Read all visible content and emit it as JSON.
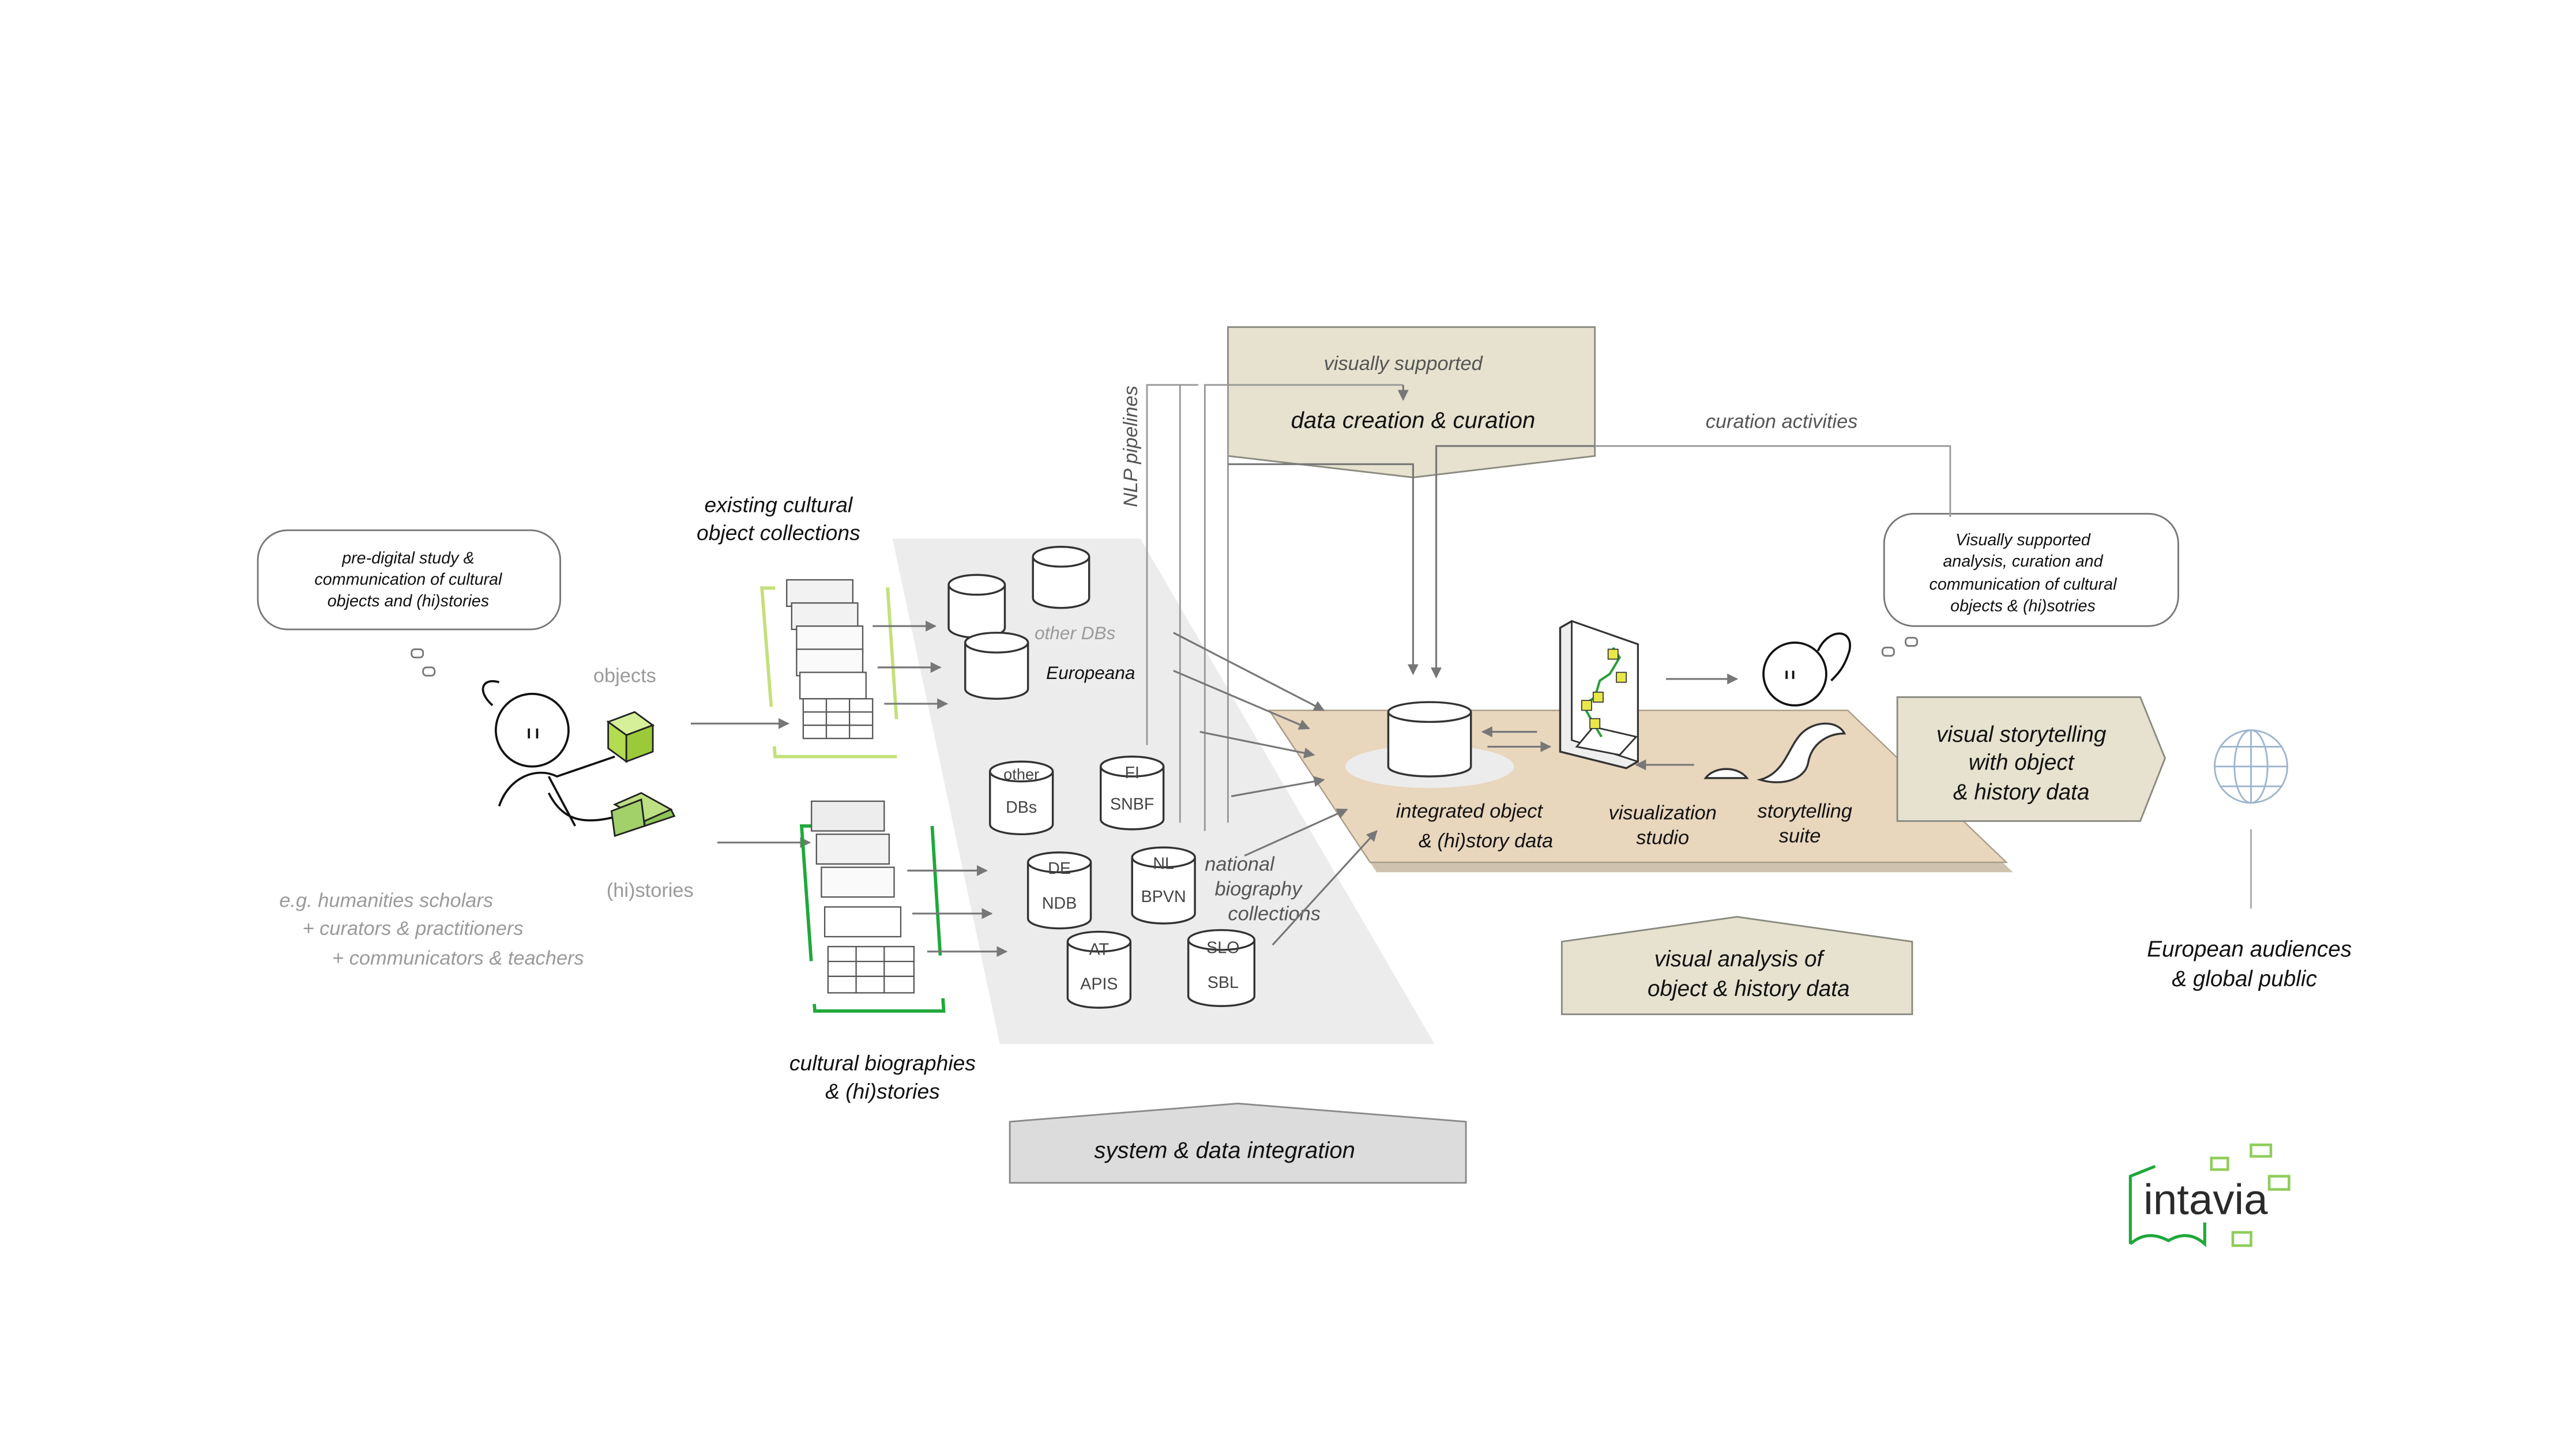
{
  "bubbles": {
    "left": [
      "pre-digital study &",
      "communication of cultural",
      "objects and (hi)stories"
    ],
    "right": [
      "Visually supported",
      "analysis, curation and",
      "communication of cultural",
      "objects & (hi)sotries"
    ]
  },
  "labels": {
    "objects": "objects",
    "histories": "(hi)stories",
    "users": [
      "e.g.  humanities scholars",
      "+ curators & practitioners",
      "+ communicators & teachers"
    ],
    "existing_collections": [
      "existing cultural",
      "object collections"
    ],
    "cultural_biographies": [
      "cultural biographies",
      "& (hi)stories"
    ],
    "other_dbs": "other DBs",
    "europeana": "Europeana",
    "national_collections": [
      "national",
      "biography",
      "collections"
    ],
    "nlp": "NLP pipelines",
    "visually_supported": "visually supported",
    "data_creation": "data creation & curation",
    "curation_activities": "curation activities",
    "integrated": [
      "integrated object",
      "& (hi)story data"
    ],
    "viz_studio": [
      "visualization",
      "studio"
    ],
    "story_suite": [
      "storytelling",
      "suite"
    ],
    "visual_story": [
      "visual storytelling",
      "with object",
      "& history data"
    ],
    "visual_analysis": [
      "visual analysis of",
      "object & history data"
    ],
    "system_integration": "system & data integration",
    "audiences": [
      "European audiences",
      "& global public"
    ],
    "logo": "intavia"
  },
  "databases": [
    {
      "code": "other",
      "name": "DBs"
    },
    {
      "code": "FI",
      "name": "SNBF"
    },
    {
      "code": "DE",
      "name": "NDB"
    },
    {
      "code": "NL",
      "name": "BPVN"
    },
    {
      "code": "AT",
      "name": "APIS"
    },
    {
      "code": "SLO",
      "name": "SBL"
    }
  ],
  "colors": {
    "tan_box": "#e6e2cf",
    "platform": "#e8d6bd",
    "light_green": "#c4e07a",
    "dark_green": "#1fa83a",
    "logo_green": "#8fcd5a",
    "integration_bg": "#ececec"
  }
}
